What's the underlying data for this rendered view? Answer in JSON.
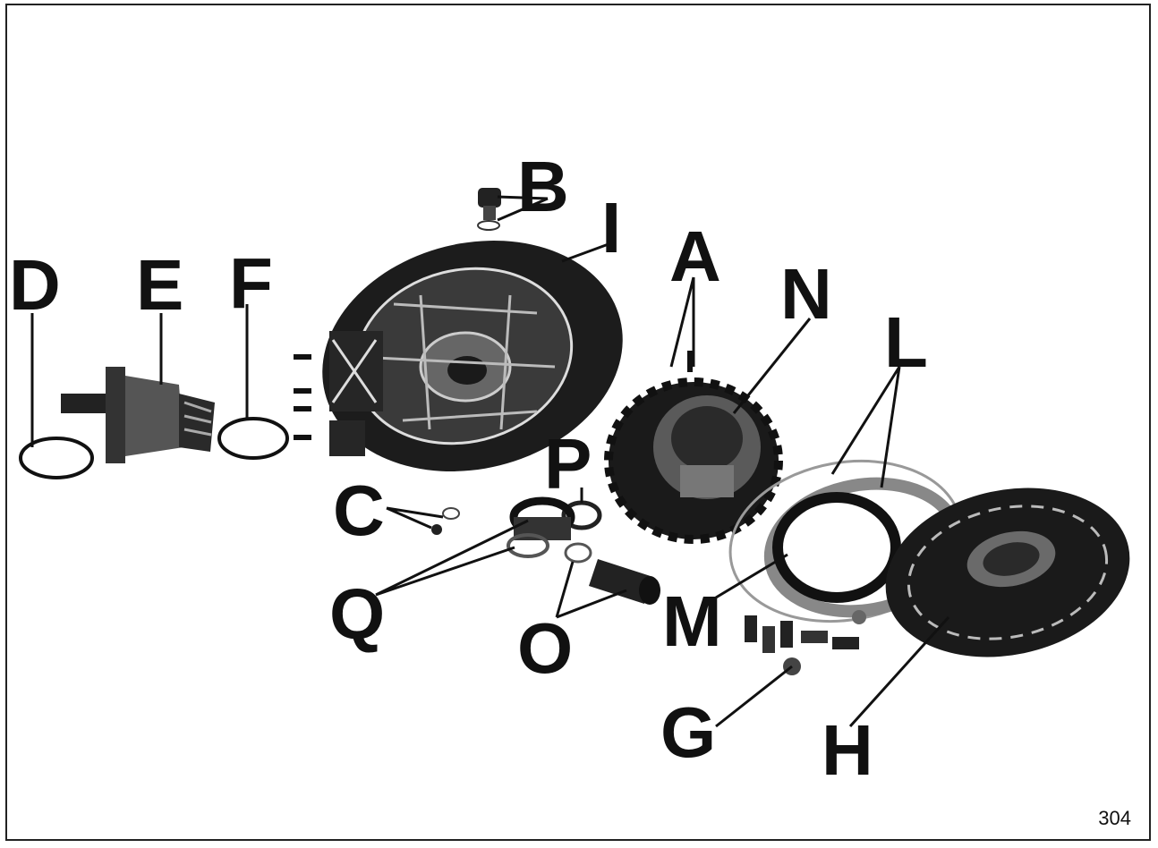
{
  "figure": {
    "number": "304",
    "labels": {
      "A": "A",
      "B": "B",
      "C": "C",
      "D": "D",
      "E": "E",
      "F": "F",
      "G": "G",
      "H": "H",
      "I": "I",
      "L": "L",
      "M": "M",
      "N": "N",
      "O": "O",
      "P": "P",
      "Q": "Q"
    }
  },
  "colors": {
    "ink": "#111111",
    "paper": "#ffffff",
    "part_dark": "#1c1c1c",
    "part_mid": "#6a6a6a"
  }
}
